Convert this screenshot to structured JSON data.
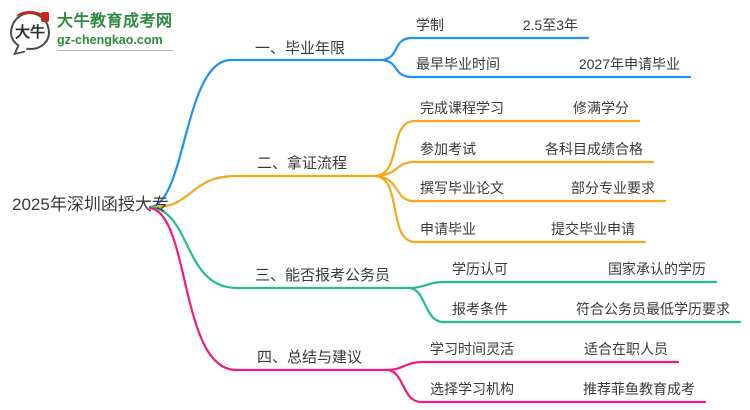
{
  "logo": {
    "title": "大牛教育成考网",
    "subtitle": "gz-chengkao.com",
    "badge_text": "大牛"
  },
  "root": {
    "label": "2025年深圳函授大专"
  },
  "colors": {
    "blue": "#2191f3",
    "orange": "#f5a81e",
    "green": "#25bf80",
    "pink": "#f4197c",
    "brand": "#2e8b3f"
  },
  "branches": [
    {
      "label": "一、毕业年限",
      "color": "#2191f3",
      "children": [
        {
          "label": "学制",
          "value": "2.5至3年"
        },
        {
          "label": "最早毕业时间",
          "value": "2027年申请毕业"
        }
      ]
    },
    {
      "label": "二、拿证流程",
      "color": "#f5a81e",
      "children": [
        {
          "label": "完成课程学习",
          "value": "修满学分"
        },
        {
          "label": "参加考试",
          "value": "各科目成绩合格"
        },
        {
          "label": "撰写毕业论文",
          "value": "部分专业要求"
        },
        {
          "label": "申请毕业",
          "value": "提交毕业申请"
        }
      ]
    },
    {
      "label": "三、能否报考公务员",
      "color": "#25bf80",
      "children": [
        {
          "label": "学历认可",
          "value": "国家承认的学历"
        },
        {
          "label": "报考条件",
          "value": "符合公务员最低学历要求"
        }
      ]
    },
    {
      "label": "四、总结与建议",
      "color": "#f4197c",
      "children": [
        {
          "label": "学习时间灵活",
          "value": "适合在职人员"
        },
        {
          "label": "选择学习机构",
          "value": "推荐菲鱼教育成考"
        }
      ]
    }
  ]
}
